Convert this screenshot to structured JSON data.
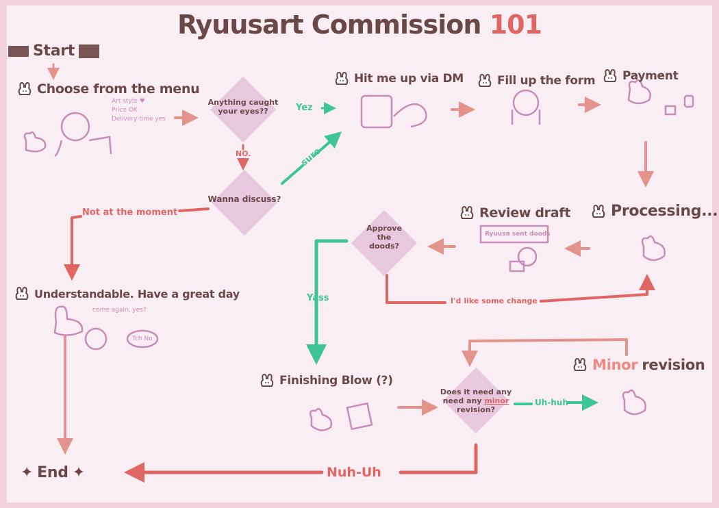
{
  "title": {
    "main": "Ryuusart Commission",
    "number": "101"
  },
  "start": "Start",
  "end": "End",
  "steps": {
    "choose": "Choose from the menu",
    "choose_notes": [
      "Art style ♥",
      "Price OK",
      "Delivery time yes"
    ],
    "hit_me_up": "Hit me up via DM",
    "fill_form": "Fill up the form",
    "payment": "Payment",
    "processing": "Processing...",
    "review": "Review draft",
    "review_screen": "Ryuusa sent doods",
    "finishing": "Finishing Blow (?)",
    "minor_prefix": "Minor",
    "minor_suffix": "revision",
    "understandable": "Understandable. Have a great day",
    "come_again": "come again, yes?",
    "tch_no": "Tch No"
  },
  "decisions": {
    "caught_eyes": "Anything caught your eyes??",
    "discuss": "Wanna discuss?",
    "approve": "Approve the doods?",
    "minor_q1": "Does it need any",
    "minor_q_word": "minor",
    "minor_q2": "revision?"
  },
  "edges": {
    "yez": "Yez",
    "no": "NO.",
    "sure": "sure",
    "not_now": "Not at the moment",
    "yass": "Yass",
    "change": "I'd like some change",
    "uh_huh": "Uh-huh",
    "nuh_uh": "Nuh-Uh"
  },
  "colors": {
    "background": "#f9eef3",
    "frame": "#f2d3dc",
    "text": "#6b4848",
    "red": "#e06663",
    "salmon": "#e4928c",
    "green": "#3ec596",
    "diamond": "#e8c8de",
    "doodle": "#c98bb9"
  }
}
